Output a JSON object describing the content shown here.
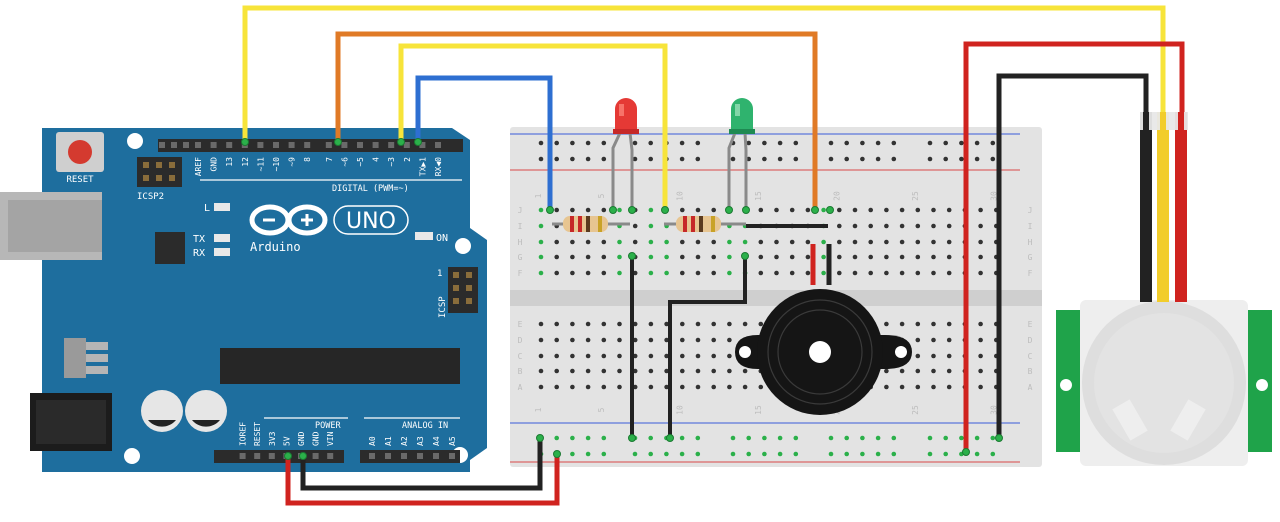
{
  "board": {
    "reset_label": "RESET",
    "icsp2_label": "ICSP2",
    "icsp_label": "ICSP",
    "icsp_pin1": "1",
    "digital_label": "DIGITAL (PWM=~)",
    "l_label": "L",
    "tx_label": "TX",
    "rx_label": "RX",
    "on_label": "ON",
    "brand_label": "Arduino",
    "model_label": "UNO",
    "power_label": "POWER",
    "analog_label": "ANALOG IN",
    "digital_pins": [
      "AREF",
      "GND",
      "13",
      "12",
      "~11",
      "~10",
      "~9",
      "8",
      "7",
      "~6",
      "~5",
      "4",
      "~3",
      "2",
      "TX▶1",
      "RX◀0"
    ],
    "power_pins": [
      "IOREF",
      "RESET",
      "3V3",
      "5V",
      "GND",
      "GND",
      "VIN"
    ],
    "analog_pins": [
      "A0",
      "A1",
      "A2",
      "A3",
      "A4",
      "A5"
    ]
  },
  "breadboard": {
    "col_numbers": [
      "1",
      "5",
      "10",
      "15",
      "20",
      "25",
      "30"
    ],
    "row_letters_top": [
      "J",
      "I",
      "H",
      "G",
      "F"
    ],
    "row_letters_bottom": [
      "E",
      "D",
      "C",
      "B",
      "A"
    ]
  },
  "colors": {
    "board": "#1e6e9e",
    "wire_yellow": "#f7e43a",
    "wire_orange": "#e07a26",
    "wire_blue": "#2e6fd1",
    "wire_red": "#d0231f",
    "wire_black": "#222222",
    "led_red": "#e53935",
    "led_green": "#2fb36e",
    "pir_board": "#1fa34a"
  }
}
